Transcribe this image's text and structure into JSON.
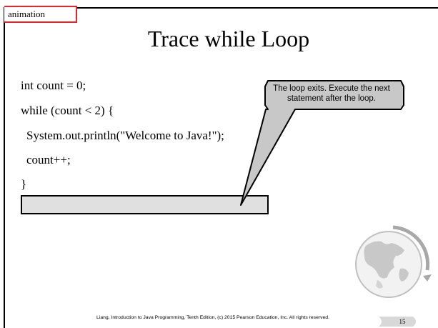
{
  "slide": {
    "tag": "animation",
    "title": "Trace while Loop",
    "code_lines": [
      "int count = 0;",
      "while (count < 2) {",
      "System.out.println(\"Welcome to Java!\");",
      "count++;",
      "}"
    ],
    "callout": "The loop exits. Execute the next statement after the loop.",
    "footer": "Liang, Introduction to Java Programming, Tenth Edition, (c) 2015 Pearson Education, Inc. All rights reserved.",
    "page_number": "15"
  },
  "colors": {
    "tag_border": "#e8242a",
    "callout_fill": "#c8c8c8",
    "highlight_fill": "#e0e0e0"
  },
  "icons": [
    "globe-logo-icon"
  ]
}
